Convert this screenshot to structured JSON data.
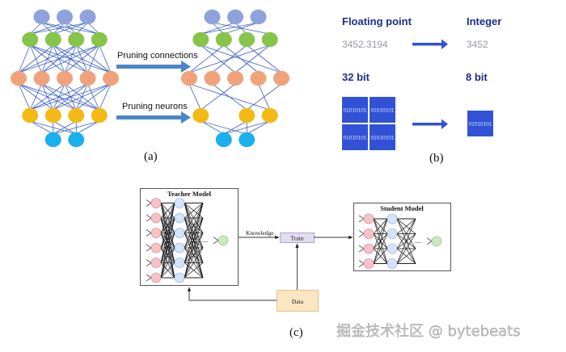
{
  "panel_a": {
    "caption": "(a)",
    "labels": {
      "pruning_connections": "Pruning connections",
      "pruning_neurons": "Pruning neurons"
    },
    "layer_colors": [
      "#8ea2dc",
      "#86c54a",
      "#f0a37a",
      "#f5b915",
      "#1ab0ec"
    ],
    "edge_color": "#3a5fc8",
    "arrow_color": "#4a86c8",
    "before_network": {
      "layer_sizes": [
        3,
        4,
        5,
        4,
        2
      ]
    },
    "after_network": {
      "layer_sizes": [
        3,
        4,
        5,
        3,
        2
      ],
      "note": "one neuron removed from 4th layer; sparse connections"
    }
  },
  "panel_b": {
    "caption": "(b)",
    "left_heading": "Floating point",
    "left_value": "3452.3194",
    "right_heading": "Integer",
    "right_value": "3452",
    "left_bits_label": "32 bit",
    "right_bits_label": "8 bit",
    "byte_pattern": "01010101",
    "left_block_count": 4,
    "right_block_count": 1,
    "heading_color": "#1f2d85",
    "value_color": "#9a9aa8",
    "block_color": "#3152d6",
    "arrow_color": "#3152d6"
  },
  "panel_c": {
    "caption": "(c)",
    "teacher_title": "Teacher Model",
    "student_title": "Student Model",
    "knowledge_label": "Knowledge",
    "train_label": "Train",
    "data_label": "Data",
    "teacher_layer_sizes": [
      6,
      6,
      1
    ],
    "student_layer_sizes": [
      4,
      4,
      1
    ],
    "ellipsis": "......",
    "student_ellipsis": "....",
    "input_node_color": "#f4c3c8",
    "hidden_node_color": "#d6e4f8",
    "output_node_color": "#cde6c4",
    "train_box_color": "#e2dcef",
    "data_box_color": "#fbe6c2"
  },
  "watermark": "掘金技术社区 @ bytebeats"
}
